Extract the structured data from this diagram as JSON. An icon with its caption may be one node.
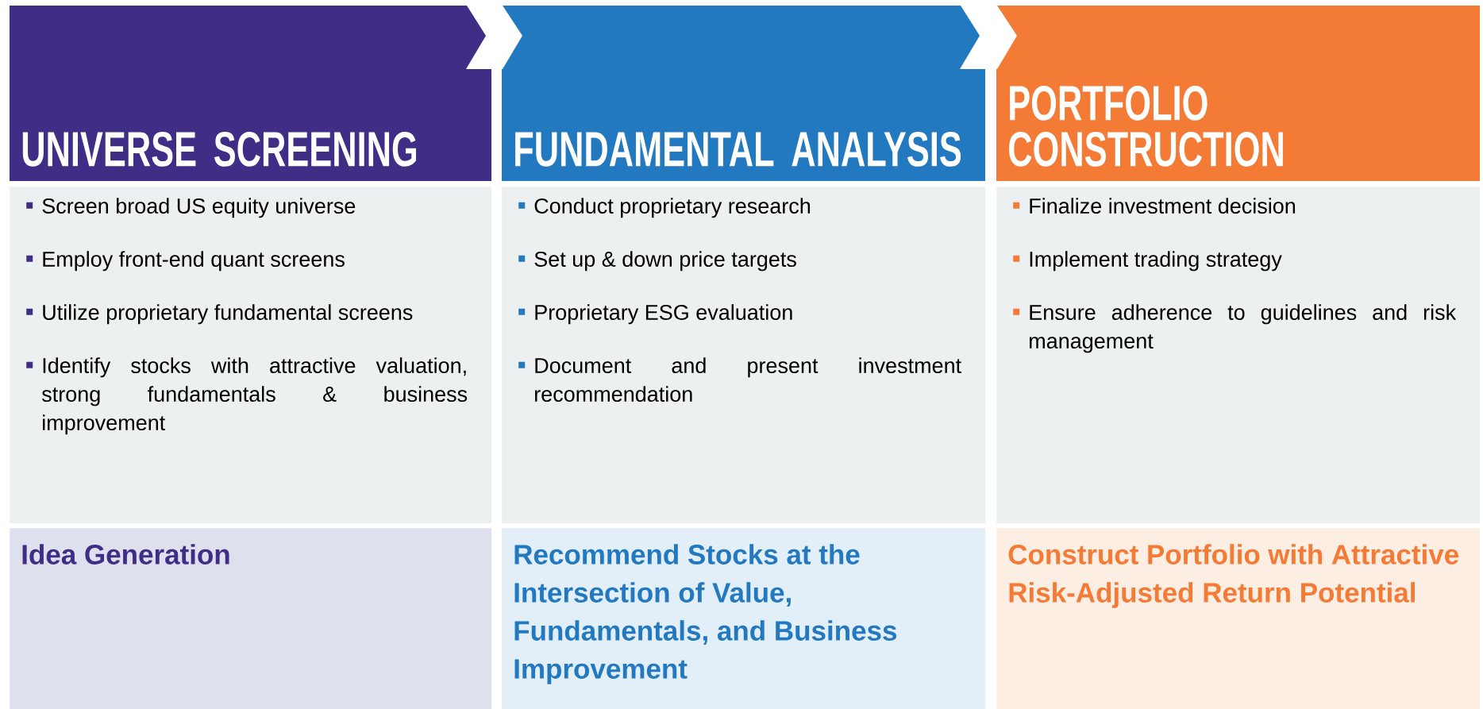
{
  "diagram": {
    "nodes": [
      {
        "text": [
          "UNIVERSE SCREENING"
        ]
      },
      {
        "text": [
          "Screen broad US equity universe",
          "Employ front-end quant screens",
          "Utilize proprietary fundamental screens",
          "Identify stocks with attractive valuation, strong fundamentals & business improvement"
        ]
      },
      {
        "text": [
          "Idea Generation"
        ]
      },
      {
        "text": [
          "FUNDAMENTAL ANALYSIS"
        ]
      },
      {
        "text": [
          "Conduct proprietary research",
          "Set up & down price targets",
          "Proprietary ESG evaluation",
          "Document and present investment recommendation"
        ]
      },
      {
        "text": [
          "Recommend Stocks at the Intersection of Value, Fundamentals, and Business Improvement"
        ]
      },
      {
        "text": [
          "PORTFOLIO CONSTRUCTION"
        ]
      },
      {
        "text": [
          "Finalize investment decision",
          "Implement trading strategy",
          "Ensure adherence to guidelines and risk management"
        ]
      },
      {
        "text": [
          "Construct Portfolio with Attractive Risk-Adjusted Return Potential"
        ]
      }
    ]
  }
}
